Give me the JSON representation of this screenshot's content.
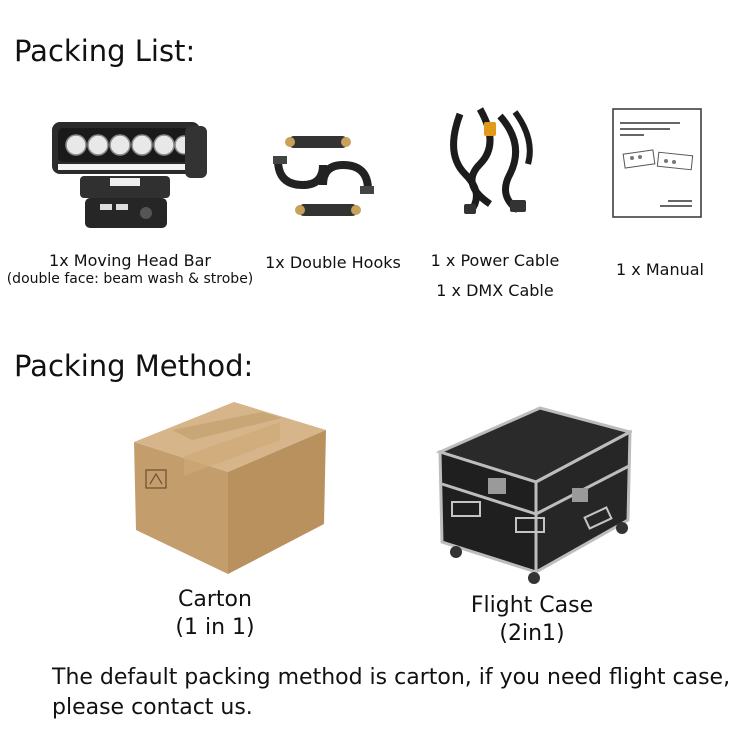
{
  "packing_list": {
    "heading": "Packing List:",
    "items": [
      {
        "icon": "moving-head-bar",
        "line1": "1x Moving Head Bar",
        "line2": "(double face: beam wash & strobe)"
      },
      {
        "icon": "double-hooks",
        "line1": "1x Double Hooks"
      },
      {
        "icon": "cables",
        "line1": "1 x Power Cable",
        "line2": "1 x DMX Cable"
      },
      {
        "icon": "manual",
        "line1": "1 x Manual"
      }
    ]
  },
  "packing_method": {
    "heading": "Packing Method:",
    "options": [
      {
        "icon": "carton-box",
        "name": "Carton",
        "detail": "(1 in 1)"
      },
      {
        "icon": "flight-case",
        "name": "Flight Case",
        "detail": "(2in1)"
      }
    ]
  },
  "footer_note": {
    "line1": "The default packing method is carton, if you need flight case,",
    "line2": "please contact us."
  }
}
